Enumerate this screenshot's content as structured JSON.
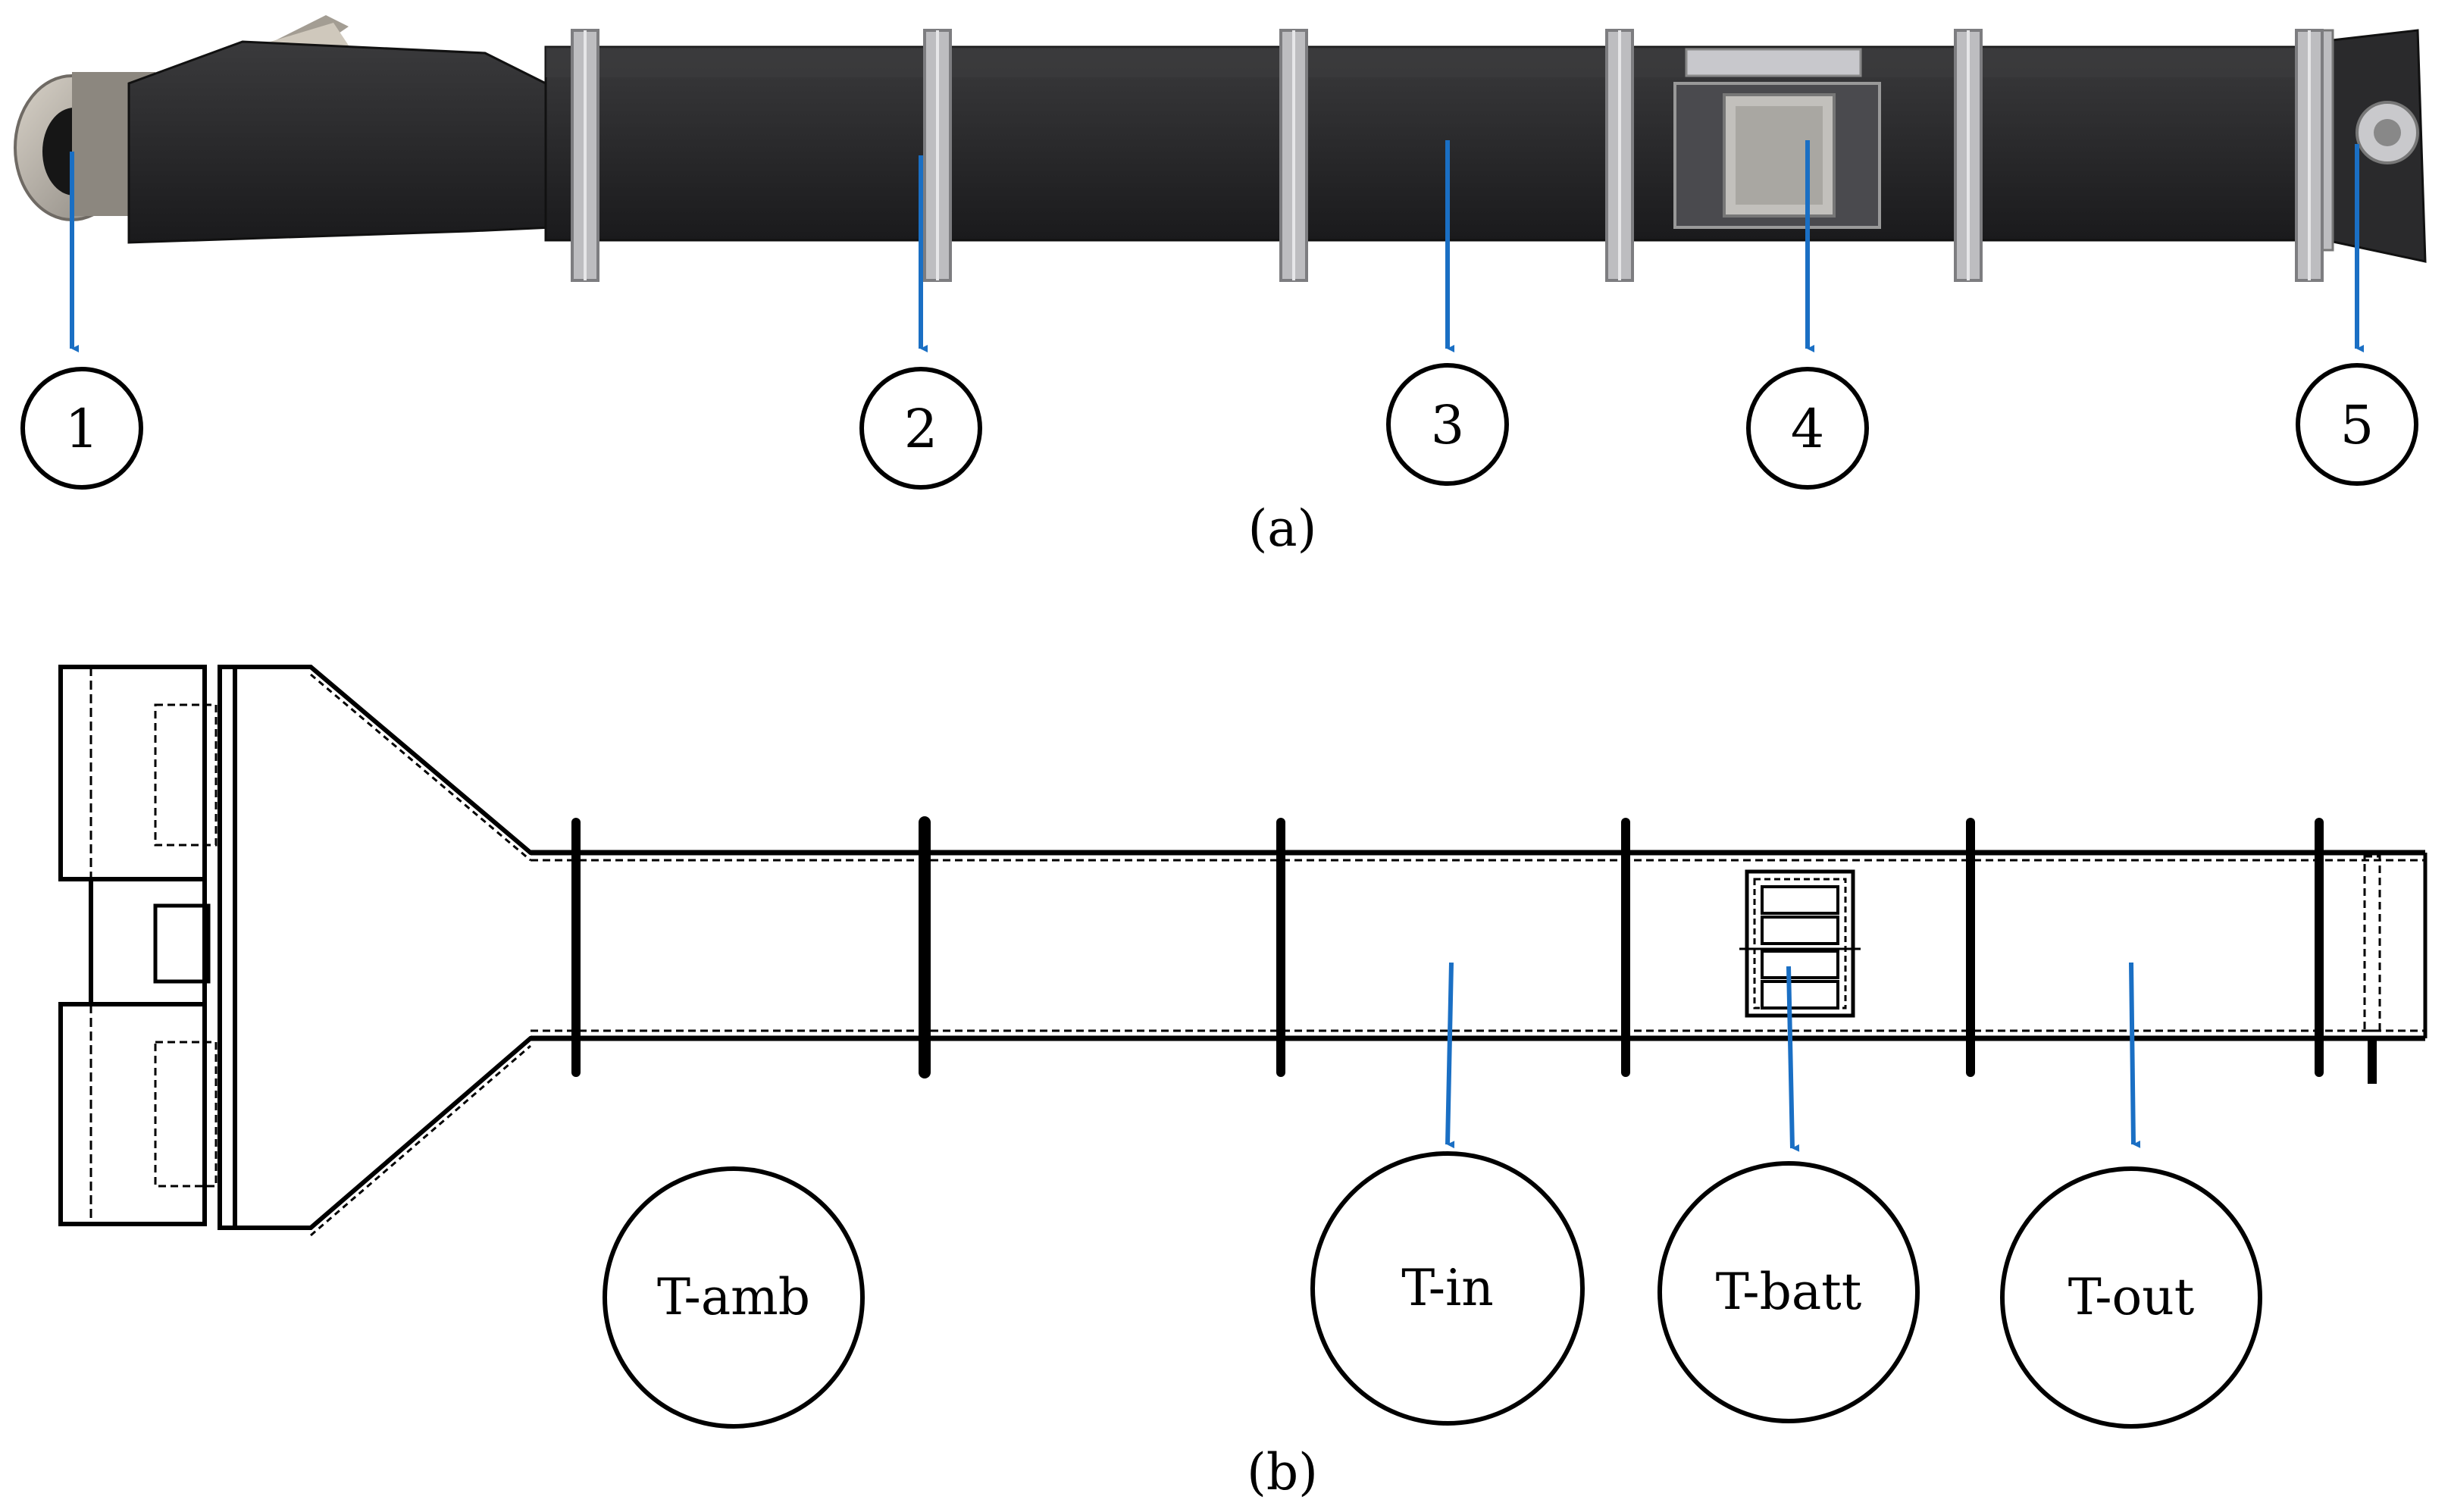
{
  "panel_a": {
    "caption": "(a)",
    "callouts": [
      "1",
      "2",
      "3",
      "4",
      "5"
    ]
  },
  "panel_b": {
    "caption": "(b)",
    "labels": [
      "T-amb",
      "T-in",
      "T-batt",
      "T-out"
    ]
  },
  "colors": {
    "arrow": "#1a6fc4",
    "duct_body": "#2b2b2d",
    "duct_dark": "#1b1b1d",
    "flange": "#b9b9bc",
    "outline": "#000000"
  }
}
